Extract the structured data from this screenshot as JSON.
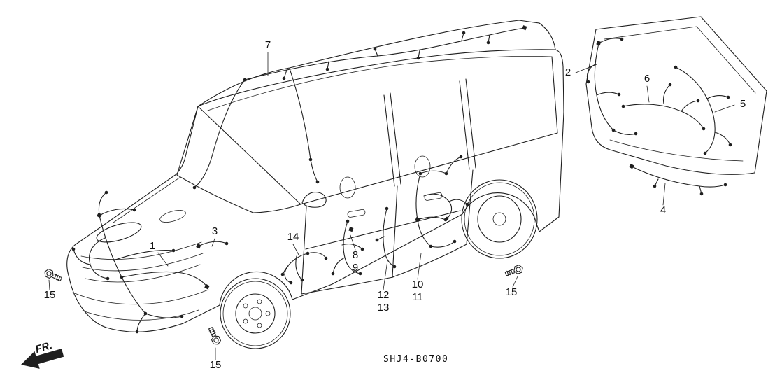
{
  "colors": {
    "background": "#ffffff",
    "line": "#1f1f1f"
  },
  "footer": {
    "fr_label": "FR.",
    "diagram_code": "SHJ4-B0700"
  },
  "icons": {
    "fastener": "hex-bolt-icon",
    "direction": "front-arrow-icon"
  },
  "callouts": {
    "n1": "1",
    "n2": "2",
    "n3": "3",
    "n4": "4",
    "n5": "5",
    "n6": "6",
    "n7": "7",
    "n8": "8",
    "n9": "9",
    "n10": "10",
    "n11": "11",
    "n12": "12",
    "n13": "13",
    "n14": "14",
    "n15a": "15",
    "n15b": "15",
    "n15c": "15"
  }
}
